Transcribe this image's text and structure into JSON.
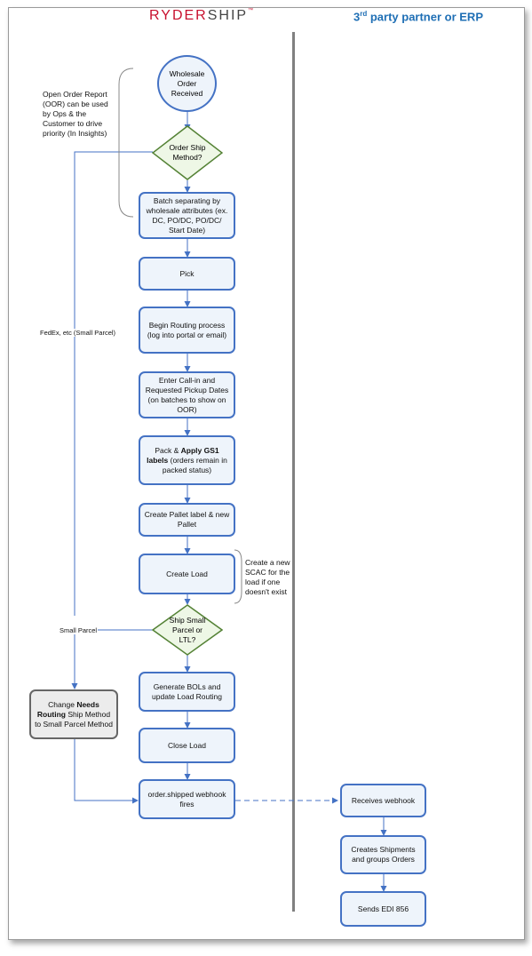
{
  "header": {
    "brand_part1": "RYDER",
    "brand_part2": "SHIP",
    "brand_tm": "™",
    "partner_sup": "rd",
    "partner_prefix": "3",
    "partner_rest": " party partner or ERP"
  },
  "notes": {
    "oor": "Open Order Report (OOR) can be used by Ops & the Customer to drive priority (In Insights)",
    "scac": "Create a new SCAC for the load if one doesn't exist",
    "fedex": "FedEx, etc (Small Parcel)",
    "small_parcel": "Small Parcel"
  },
  "nodes": {
    "start": "Wholesale Order Received",
    "ship_method": "Order Ship Method?",
    "batch": "Batch separating by wholesale attributes (ex. DC, PO/DC, PO/DC/ Start Date)",
    "pick": "Pick",
    "routing": "Begin Routing process (log into portal or email)",
    "call_in": "Enter Call-in and Requested Pickup Dates (on batches to show on OOR)",
    "pack_a": "Pack & ",
    "pack_b": "Apply GS1 labels",
    "pack_c": " (orders remain in packed status)",
    "pallet": "Create Pallet label & new Pallet",
    "create_load": "Create Load",
    "small_parcel_ltl": "Ship Small Parcel or LTL?",
    "bols": "Generate BOLs and update Load Routing",
    "close_load": "Close Load",
    "webhook": "order.shipped webhook fires",
    "change_a": "Change ",
    "change_b": "Needs Routing",
    "change_c": " Ship Method to Small Parcel Method",
    "receives": "Receives webhook",
    "creates": "Creates Shipments and groups Orders",
    "edi": "Sends EDI 856"
  },
  "colors": {
    "box_border": "#4472c4",
    "box_fill": "#eef4fb",
    "diamond_border": "#548235",
    "brand_red": "#c8102e",
    "partner_blue": "#1f6fb5",
    "divider": "#808080"
  }
}
